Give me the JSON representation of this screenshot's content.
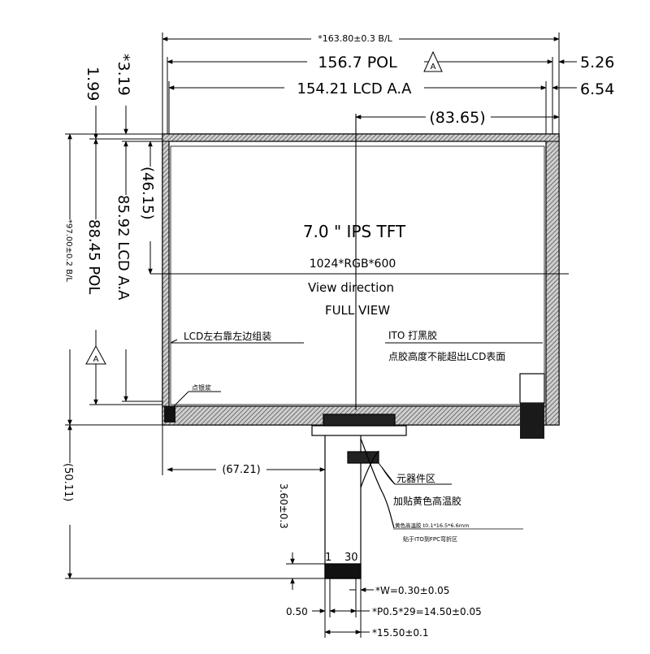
{
  "drawing": {
    "colors": {
      "line": "#000000",
      "hatch": "#8a8a8a",
      "background": "#ffffff"
    },
    "title": {
      "size": "7.0 \" IPS TFT",
      "resolution": "1024*RGB*600",
      "view_direction_label": "View direction",
      "view_direction_value": "FULL VIEW"
    },
    "dimensions": {
      "overall_width": "*163.80±0.3 B/L",
      "pol_width": "156.7 POL",
      "lcd_aa_width": "154.21 LCD A.A",
      "center_offset": "(83.65)",
      "right_offset_1": "5.26",
      "right_offset_2": "6.54",
      "top_offset_1": "*3.19",
      "top_offset_2": "1.99",
      "overall_height": "*97.00±0.2 B/L",
      "pol_height": "88.45 POL",
      "lcd_aa_height": "85.92 LCD A.A",
      "half_height": "(46.15)",
      "fpc_offset_x": "(67.21)",
      "fpc_length": "(50.11)",
      "fpc_stiffener": "3.60±0.3",
      "pin_width": "*W=0.30±0.05",
      "pin_pitch": "*P0.5*29=14.50±0.05",
      "pin_margin": "0.50",
      "fpc_width": "*15.50±0.1"
    },
    "revision_marks": [
      "A",
      "A"
    ],
    "notes": {
      "left_assembly": "LCD左右靠左边组装",
      "ito_black": "ITO 打黑胶",
      "glue_height": "点胶高度不能超出LCD表面",
      "dot_glue": "点银浆",
      "component_area": "元器件区",
      "yellow_tape": "加贴黄色高温胶",
      "tape_spec": "黄色高温胶 t0.1*16.5*6.6mm",
      "tape_position": "贴于ITO到FPC弯折区"
    },
    "pins": {
      "first": "1",
      "last": "30"
    }
  }
}
